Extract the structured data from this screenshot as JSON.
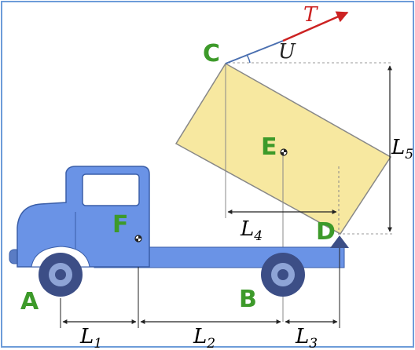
{
  "points": {
    "A": "A",
    "B": "B",
    "C": "C",
    "D": "D",
    "E": "E",
    "F": "F"
  },
  "force": "T",
  "angle": "U",
  "dimensions": {
    "L1": {
      "base": "L",
      "sub": "1"
    },
    "L2": {
      "base": "L",
      "sub": "2"
    },
    "L3": {
      "base": "L",
      "sub": "3"
    },
    "L4": {
      "base": "L",
      "sub": "4"
    },
    "L5": {
      "base": "L",
      "sub": "5"
    }
  },
  "colors": {
    "frame": "#6d9cd9",
    "truck_body": "#6a93e6",
    "truck_outline": "#3a5ea8",
    "bed_fill": "#f7e8a0",
    "bed_outline": "#777777",
    "point_label": "#3d9a2a",
    "force_arrow": "#cc2222",
    "rope": "#4a6fb0",
    "dim_line": "#222222",
    "guide_line": "#999999",
    "wheel_outer": "#3c4e86",
    "wheel_inner": "#8ea4d6"
  }
}
